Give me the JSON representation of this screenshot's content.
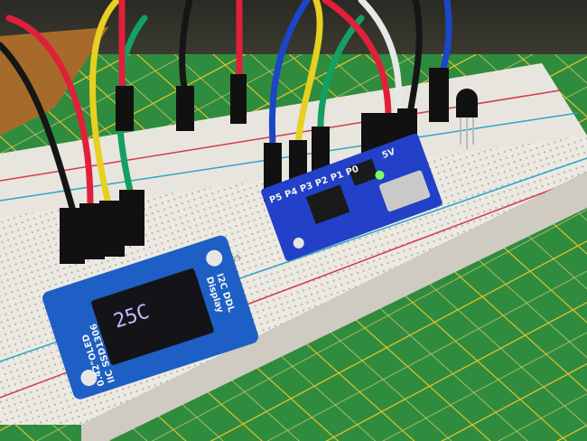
{
  "scene": {
    "oled_display_reading": "25C",
    "oled_module_label_1": "0.42\"OLED",
    "oled_module_label_2": "IIC SSD1306",
    "oled_module_label_3": "Display",
    "oled_module_label_4": "I2C DDL",
    "digispark_pins": [
      "P5",
      "P4",
      "P3",
      "P2",
      "P1",
      "P0"
    ],
    "digispark_power_label": "5V",
    "breadboard_number": "25"
  },
  "colors": {
    "mat_green": "#2f8c3e",
    "mat_grid": "#e6c22a",
    "breadboard": "#ece9e2",
    "pcb_blue": "#1d5fc4",
    "digispark_blue": "#2340c8",
    "led_green": "#7dff5a",
    "wire_red": "#e0203a",
    "wire_yellow": "#e8d020",
    "wire_green": "#13a060",
    "wire_blue": "#1b46c8",
    "wire_black": "#151515",
    "wire_white": "#e8e8e8"
  }
}
